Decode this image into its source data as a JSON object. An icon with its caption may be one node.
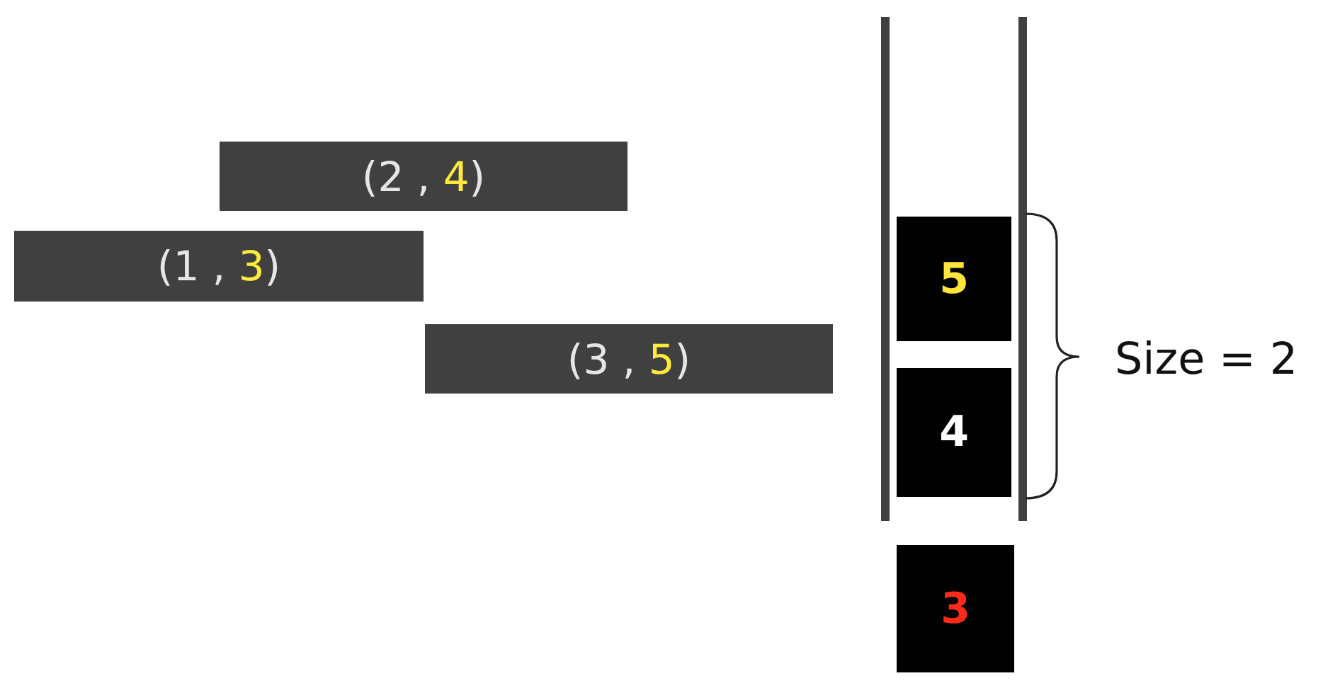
{
  "diagram": {
    "nodes": [
      {
        "text": [
          "(2 , 4)"
        ]
      },
      {
        "text": [
          "(1 , 3)"
        ]
      },
      {
        "text": [
          "(3 , 5)"
        ]
      },
      {
        "text": [],
        "shape": "box"
      },
      {
        "text": [
          "5"
        ],
        "in": 3
      },
      {
        "text": [
          "4"
        ],
        "in": 3
      },
      {
        "text": [
          "3"
        ]
      }
    ],
    "edges": [],
    "labels": [
      "Size = 2"
    ]
  }
}
